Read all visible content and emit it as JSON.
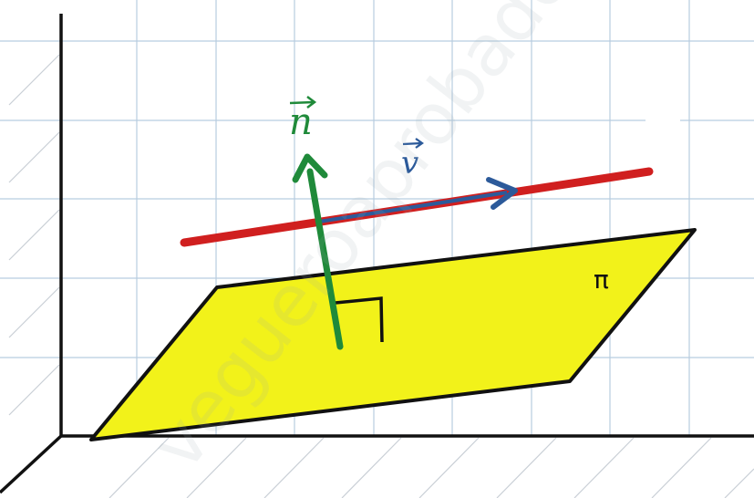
{
  "labels": {
    "normal": "n",
    "direction": "v",
    "plane": "π"
  },
  "watermark": "vegueroaprobado",
  "colors": {
    "plane_fill": "#f2f21a",
    "plane_stroke": "#111111",
    "line": "#d01f1f",
    "normal": "#1f8a3a",
    "direction": "#2c5a9a",
    "grid": "#b8cde0",
    "axis": "#111111"
  }
}
